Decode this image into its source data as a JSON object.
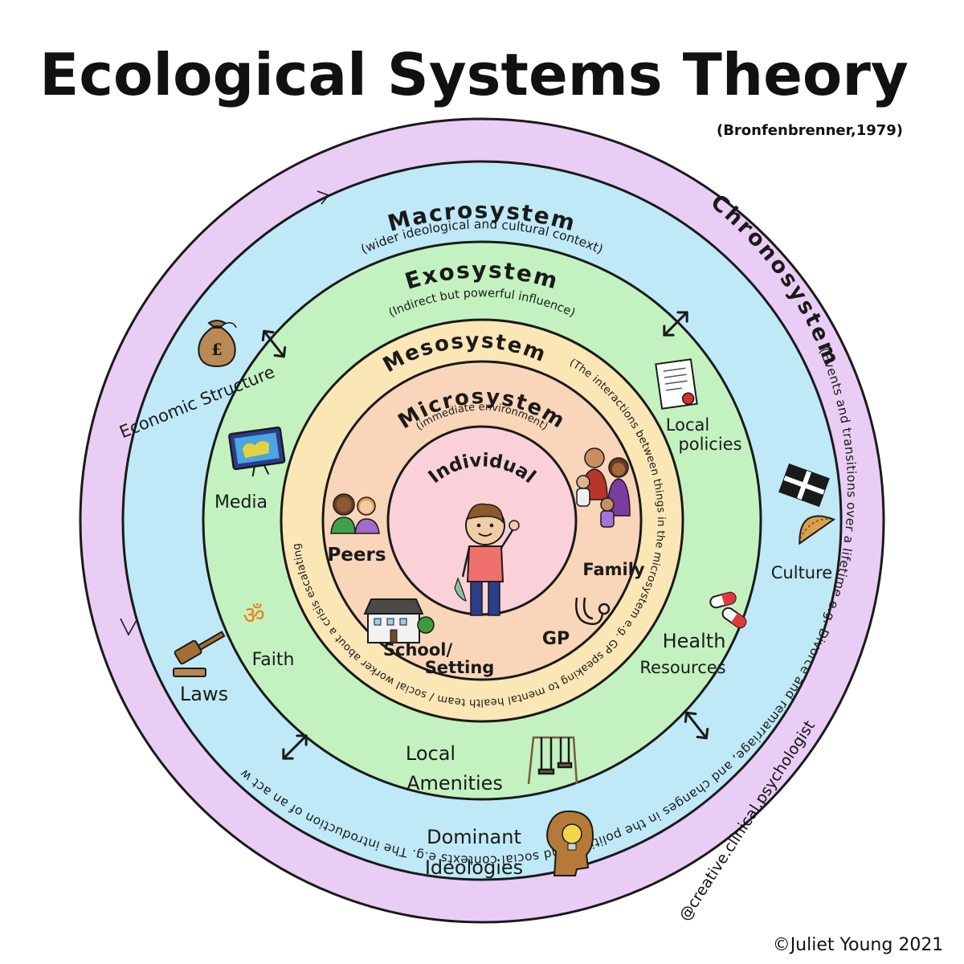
{
  "title": "Ecological Systems Theory",
  "citation": "(Bronfenbrenner,1979)",
  "credit": "©Juliet Young 2021",
  "handle": "@creative.clinical.psychologist",
  "colors": {
    "chronosystem": "#e9cdf5",
    "macrosystem": "#bfe9f7",
    "exosystem": "#c3f2c0",
    "mesosystem": "#fbe6b6",
    "microsystem": "#f9d6b9",
    "individual": "#fad1d9",
    "ink": "#1a1a1a"
  },
  "chronosystem": {
    "name": "Chronosystem",
    "description": "(Events and transitions over a lifetime e.g. Divorce and remarriage, and changes in the political and social contexts e.g. The introduction of an act which promotes more equality for women at work"
  },
  "macrosystem": {
    "name": "Macrosystem",
    "description": "(wider ideological and cultural context)",
    "items": {
      "economic": "Economic Structure",
      "culture": "Culture",
      "laws": "Laws",
      "ideologies_1": "Dominant",
      "ideologies_2": "Ideologies"
    }
  },
  "exosystem": {
    "name": "Exosystem",
    "description": "(Indirect but powerful influence)",
    "items": {
      "media": "Media",
      "policies_1": "Local",
      "policies_2": "policies",
      "faith": "Faith",
      "health_1": "Health",
      "health_2": "Resources",
      "amenities_1": "Local",
      "amenities_2": "Amenities"
    }
  },
  "mesosystem": {
    "name": "Mesosystem",
    "description": "(The interactions between things in the microsystem e.g. GP speaking to mental health team / social worker about a crisis escalating"
  },
  "microsystem": {
    "name": "Microsystem",
    "description": "(immediate environment)",
    "items": {
      "peers": "Peers",
      "family": "Family",
      "school_1": "School/",
      "school_2": "Setting",
      "gp": "GP"
    }
  },
  "individual": "Individual",
  "icons": [
    "money-bag-icon",
    "tv-icon",
    "om-icon",
    "gavel-icon",
    "certificate-icon",
    "flag-icon",
    "pasty-icon",
    "pills-icon",
    "swings-icon",
    "lightbulb-head-icon",
    "house-icon",
    "stethoscope-icon",
    "child-icon",
    "peers-icon",
    "family-icon",
    "double-arrow-icon"
  ]
}
